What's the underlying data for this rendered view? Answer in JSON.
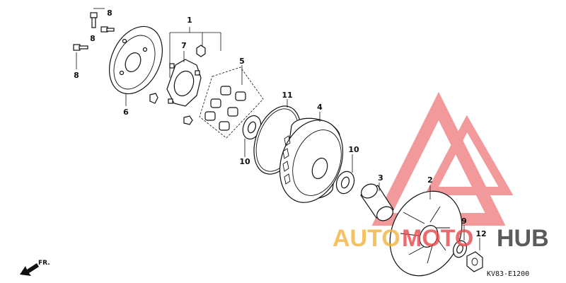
{
  "callouts": {
    "p1": "1",
    "p2": "2",
    "p3": "3",
    "p4": "4",
    "p5": "5",
    "p6": "6",
    "p7": "7",
    "p8a": "8",
    "p8b": "8",
    "p8c": "8",
    "p9": "9",
    "p10a": "10",
    "p10b": "10",
    "p11": "11",
    "p12": "12"
  },
  "diagram_code": "KV83-E1200",
  "direction_label": "FR.",
  "watermark": {
    "auto": "AUTO",
    "moto": "MOTO",
    "hub": "HUB",
    "logo_color": "#e8474a",
    "auto_color": "#f3b23a",
    "hub_color": "#333333"
  }
}
